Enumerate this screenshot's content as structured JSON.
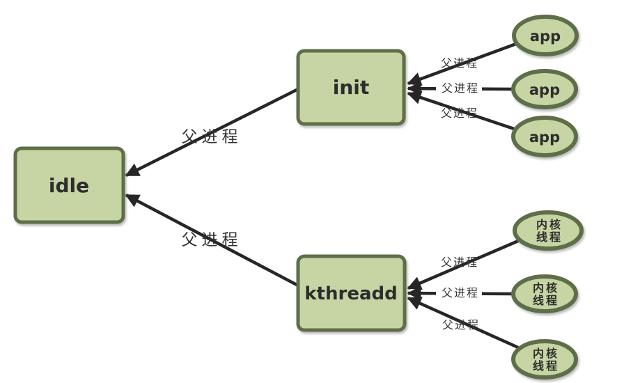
{
  "diagram": {
    "description_type": "process-parent-hierarchy-diagram",
    "colors": {
      "node_fill": "#c7d5a4",
      "node_border": "#5d6e49",
      "arrow": "#262626",
      "label_text": "#333333",
      "background": "#ffffff"
    },
    "nodes": {
      "idle": {
        "label": "idle"
      },
      "init": {
        "label": "init"
      },
      "kthreadd": {
        "label": "kthreadd"
      }
    },
    "apps": [
      {
        "label": "app"
      },
      {
        "label": "app"
      },
      {
        "label": "app"
      }
    ],
    "kernel_threads": [
      {
        "line1": "内核",
        "line2": "线程"
      },
      {
        "line1": "内核",
        "line2": "线程"
      },
      {
        "line1": "内核",
        "line2": "线程"
      }
    ],
    "edges": [
      {
        "from": "init",
        "to": "idle",
        "label": "父进程"
      },
      {
        "from": "kthreadd",
        "to": "idle",
        "label": "父进程"
      },
      {
        "from": "app-1",
        "to": "init",
        "label": "父进程"
      },
      {
        "from": "app-2",
        "to": "init",
        "label": "父进程"
      },
      {
        "from": "app-3",
        "to": "init",
        "label": "父进程"
      },
      {
        "from": "kernel-thread-1",
        "to": "kthreadd",
        "label": "父进程"
      },
      {
        "from": "kernel-thread-2",
        "to": "kthreadd",
        "label": "父进程"
      },
      {
        "from": "kernel-thread-3",
        "to": "kthreadd",
        "label": "父进程"
      }
    ]
  }
}
